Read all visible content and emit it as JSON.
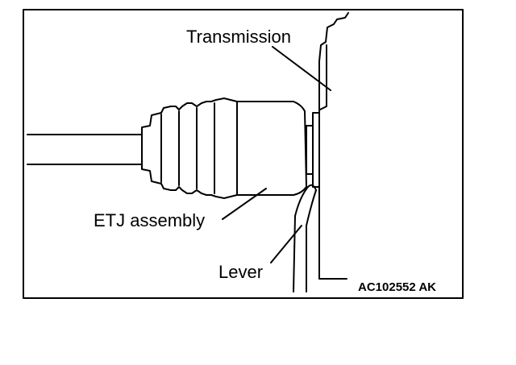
{
  "diagram": {
    "labels": {
      "transmission": "Transmission",
      "etj_assembly": "ETJ assembly",
      "lever": "Lever"
    },
    "figure_code": "AC102552 AK"
  },
  "colors": {
    "line": "#000000",
    "background": "#ffffff"
  }
}
